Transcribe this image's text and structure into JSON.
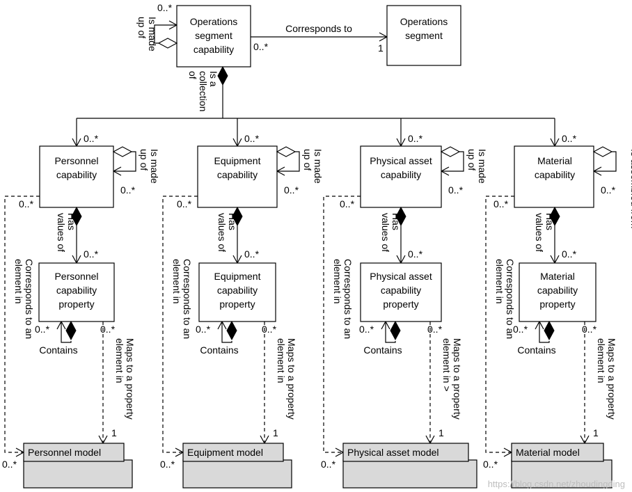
{
  "top": {
    "ops_capability": [
      "Operations",
      "segment",
      "capability"
    ],
    "ops_segment": [
      "Operations",
      "segment"
    ],
    "corresponds_to": "Corresponds to",
    "corresponds_mult_src": "0..*",
    "corresponds_mult_dst": "1",
    "made_up_of": [
      "Is made",
      "up of"
    ],
    "made_up_mult": "0..*",
    "collection_of": [
      "Is a",
      "collection",
      "of"
    ]
  },
  "columns": [
    {
      "capability": [
        "Personnel",
        "capability"
      ],
      "self_rel": [
        "Is made",
        "up of"
      ],
      "property": [
        "Personnel",
        "capability",
        "property"
      ],
      "contains": "Contains",
      "maps_to": [
        "Maps to a property",
        "element in"
      ],
      "model": "Personnel model"
    },
    {
      "capability": [
        "Equipment",
        "capability"
      ],
      "self_rel": [
        "Is made",
        "up of"
      ],
      "property": [
        "Equipment",
        "capability",
        "property"
      ],
      "contains": "Contains",
      "maps_to": [
        "Maps to a property",
        "element in"
      ],
      "model": "Equipment model"
    },
    {
      "capability": [
        "Physical asset",
        "capability"
      ],
      "self_rel": [
        "Is made",
        "up of"
      ],
      "property": [
        "Physical asset",
        "capability",
        "property"
      ],
      "contains": "Contains",
      "maps_to": [
        "Maps to a property",
        "element in >"
      ],
      "model": "Physical asset model"
    },
    {
      "capability": [
        "Material",
        "capability"
      ],
      "self_rel": [
        "Is assembled from"
      ],
      "property": [
        "Material",
        "capability",
        "property"
      ],
      "contains": "Contains",
      "maps_to": [
        "Maps to a property",
        "element in"
      ],
      "model": "Material model"
    }
  ],
  "shared": {
    "has_values_of": [
      "Has",
      "values of"
    ],
    "corresponds_element": [
      "Corresponds to an",
      "element in"
    ],
    "mult_many": "0..*",
    "mult_one": "1"
  },
  "watermark": "https://blog.csdn.net/zhoudingding"
}
